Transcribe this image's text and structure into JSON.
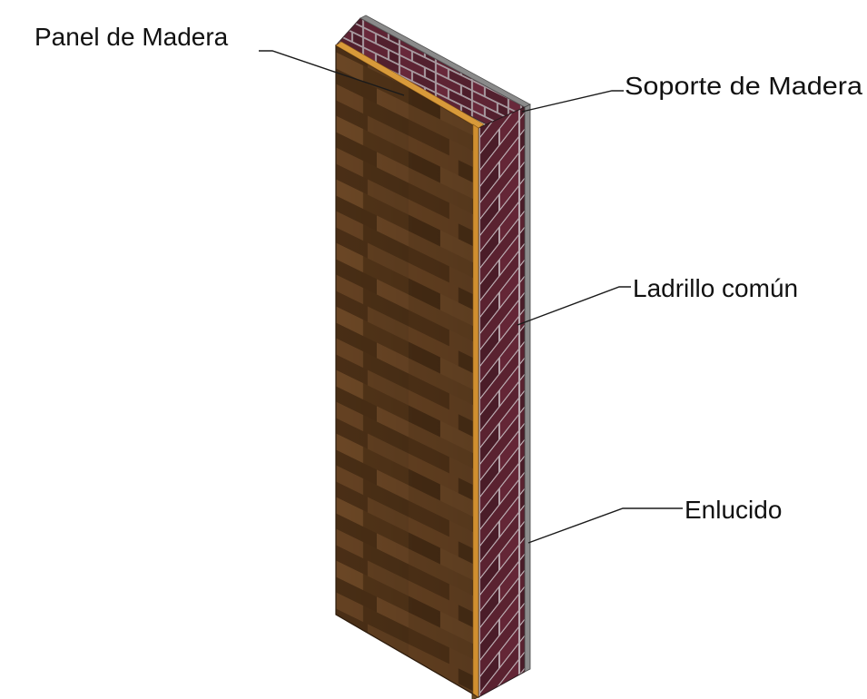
{
  "diagram": {
    "labels": {
      "panel": "Panel de Madera",
      "support": "Soporte de Madera",
      "brick": "Ladrillo común",
      "plaster": "Enlucido"
    }
  },
  "colors": {
    "wood_base": "#5a3a1c",
    "wood_edge": "#d89a3a",
    "brick_base": "#5a2230",
    "mortar": "#b8a8ae",
    "plaster": "#8a8a8a",
    "leader": "#1a1a1a"
  }
}
